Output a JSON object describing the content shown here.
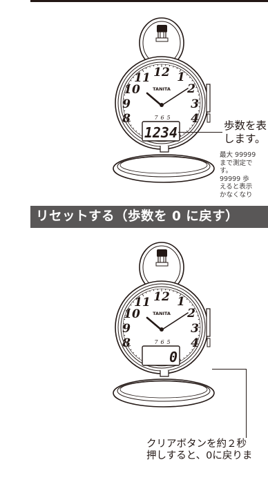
{
  "watch_brand": "TANITA",
  "dial_numerals": [
    "12",
    "1",
    "2",
    "3",
    "4",
    "8",
    "9",
    "10",
    "11"
  ],
  "small_numerals": [
    "7",
    "6",
    "5"
  ],
  "section1": {
    "lcd_value": "1234",
    "callout_title_line1": "歩数を表",
    "callout_title_line2": "します。",
    "callout_body_lines": [
      "最大 99999",
      "まで測定で",
      "す。",
      "99999 歩",
      "えると表示",
      "かなくなり"
    ]
  },
  "section2": {
    "heading": "リセットする（歩数を 0 に戻す）",
    "lcd_value": "0",
    "instruction_line1": "クリアボタンを約２秒",
    "instruction_line2": "押しすると、0に戻りま"
  }
}
